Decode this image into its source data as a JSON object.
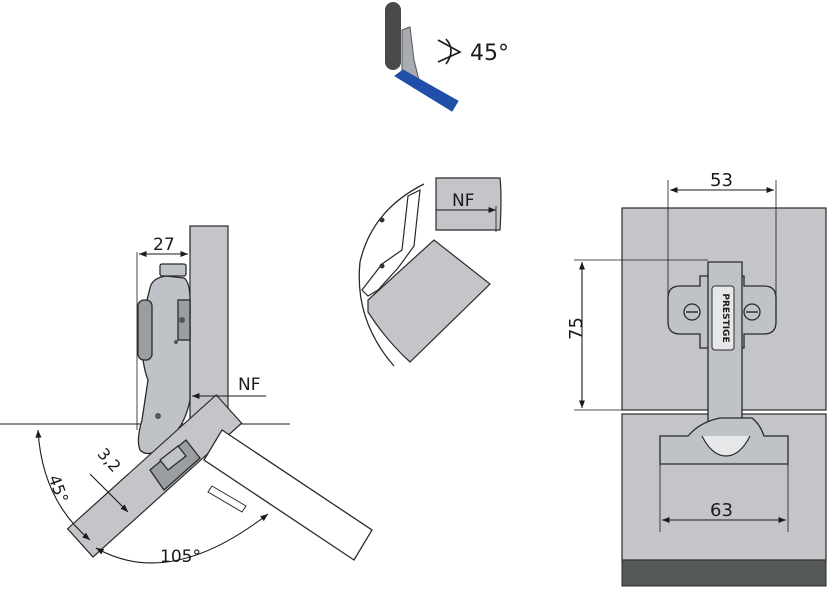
{
  "top_icon": {
    "angle_label": "45°",
    "colors": {
      "frame": "#4a4a4a",
      "door": "#1f4fa8",
      "hinge": "#a8abb0"
    }
  },
  "side_view": {
    "dim_top": "27",
    "dim_nf": "NF",
    "dim_32": "3,2",
    "angle_45": "45°",
    "angle_105": "105°"
  },
  "detail_view": {
    "dim_nf": "NF"
  },
  "front_view": {
    "dim_top": "53",
    "dim_left": "75",
    "dim_bottom": "63",
    "brand": "PRESTIGE",
    "colors": {
      "panel": "#c3c5c8",
      "base": "#555859"
    }
  }
}
